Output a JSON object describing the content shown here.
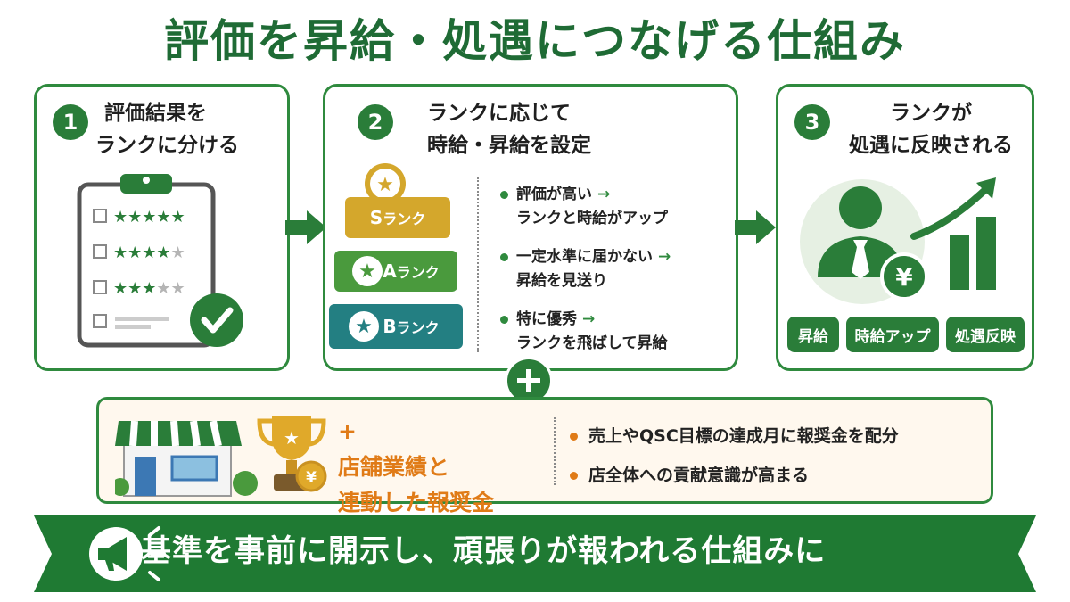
{
  "title": "評価を昇給・処遇につなげる仕組み",
  "steps": [
    {
      "num": "1",
      "head": [
        "評価結果を",
        "ランクに分ける"
      ]
    },
    {
      "num": "2",
      "head": [
        "ランクに応じて",
        "時給・昇給を設定"
      ]
    },
    {
      "num": "3",
      "head": [
        "ランクが",
        "処遇に反映される"
      ]
    }
  ],
  "ranks": [
    {
      "letter": "S",
      "suffix": "ランク",
      "color": "#d4a72c"
    },
    {
      "letter": "A",
      "suffix": "ランク",
      "color": "#4a9a3d"
    },
    {
      "letter": "B",
      "suffix": "ランク",
      "color": "#237f82"
    }
  ],
  "bullets": [
    {
      "line1": "評価が高い",
      "arrow": "→",
      "line2": "ランクと時給がアップ"
    },
    {
      "line1": "一定水準に届かない",
      "arrow": "→",
      "line2": "昇給を見送り"
    },
    {
      "line1": "特に優秀",
      "arrow": "→",
      "line2": "ランクを飛ばして昇給"
    }
  ],
  "pills": [
    "昇給",
    "時給アップ",
    "処遇反映"
  ],
  "yen_symbol": "¥",
  "bonus": {
    "plus": "+",
    "title": [
      "店舗業績と",
      "連動した報奨金"
    ],
    "items": [
      "売上やQSC目標の達成月に報奨金を配分",
      "店全体への貢献意識が高まる"
    ]
  },
  "banner": "基準を事前に開示し、頑張りが報われる仕組みに",
  "colors": {
    "green": "#2a7d39",
    "dark_green": "#1f6b35",
    "orange": "#e07b17",
    "gold": "#d4a72c",
    "teal": "#237f82"
  }
}
